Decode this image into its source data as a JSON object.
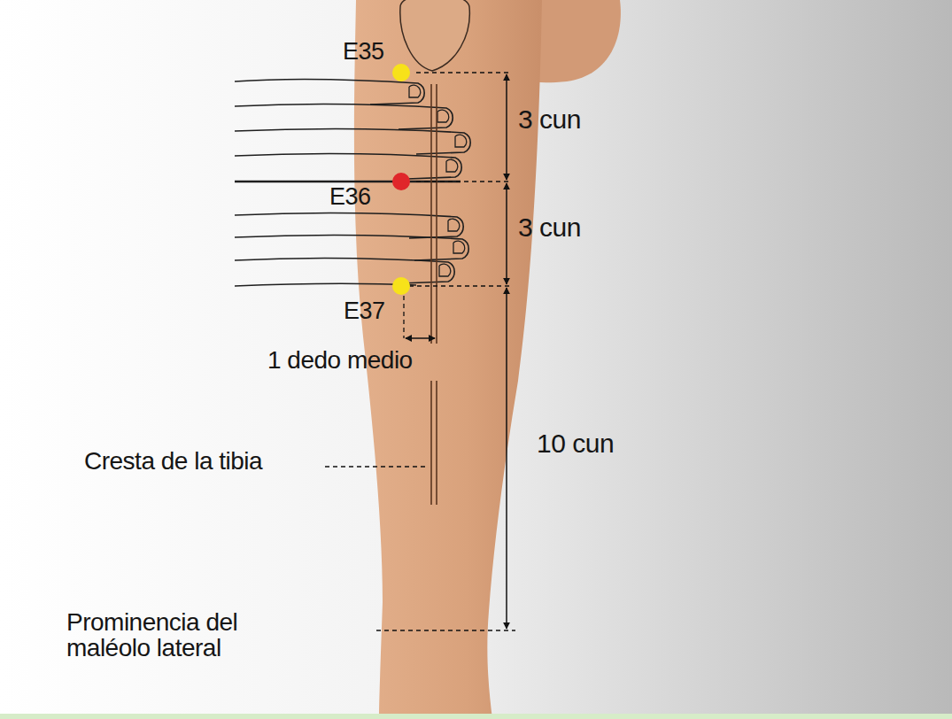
{
  "diagram": {
    "labels": [
      "E35",
      "3 cun",
      "E36",
      "3 cun",
      "E37",
      "1 dedo medio",
      "10 cun",
      "Cresta de la tibia",
      "Prominencia del maléolo lateral"
    ]
  }
}
